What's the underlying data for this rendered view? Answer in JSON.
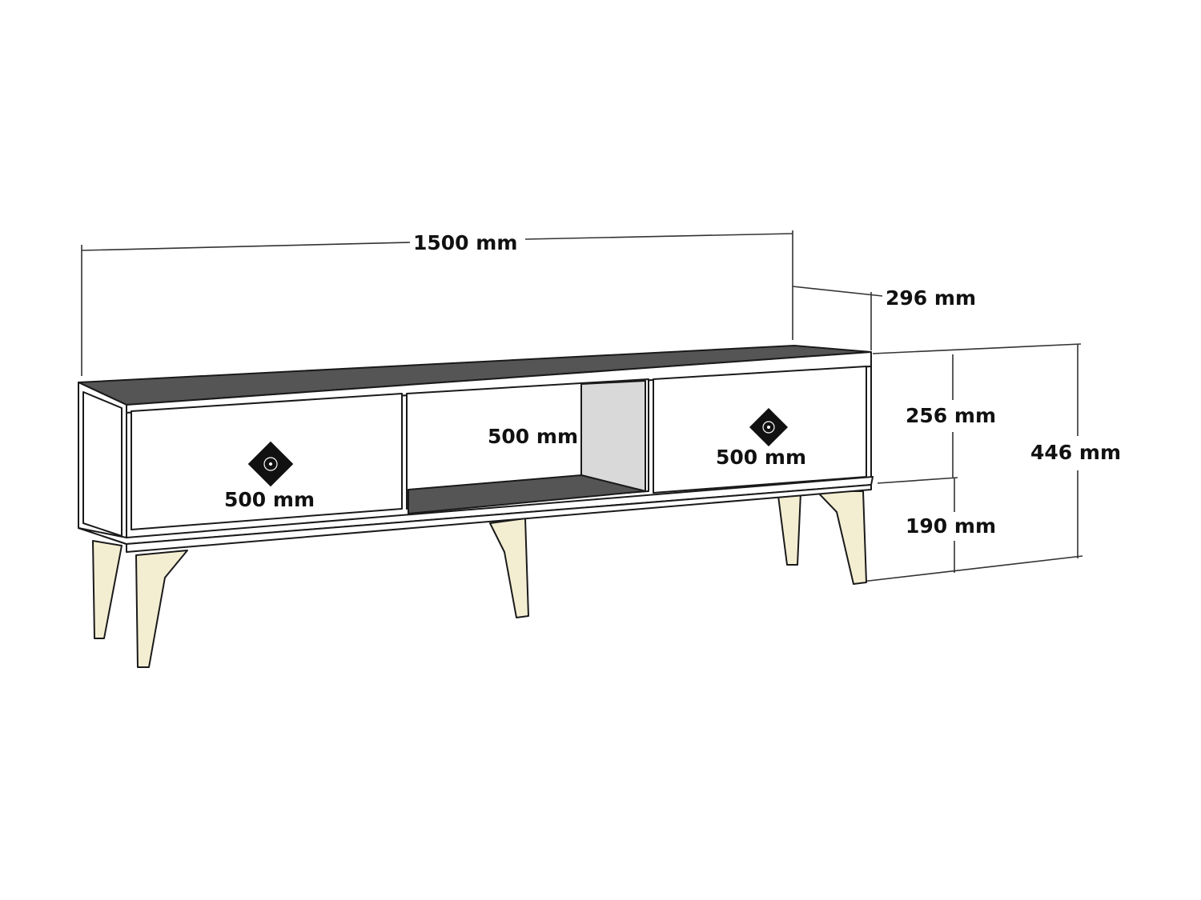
{
  "colors": {
    "top_surface": "#555555",
    "body_white": "#ffffff",
    "side_panel": "#d9d9d9",
    "leg_fill": "#f3eed2",
    "handle": "#111111",
    "outline": "#1a1a1a"
  },
  "dimensions": {
    "overall_width": "1500 mm",
    "depth": "296 mm",
    "cabinet_height": "256 mm",
    "overall_height": "446 mm",
    "leg_height": "190 mm",
    "left_drawer_width": "500 mm",
    "center_open_width": "500 mm",
    "right_drawer_width": "500 mm"
  },
  "icons": {
    "left_handle": "diamond-handle-icon",
    "right_handle": "diamond-handle-icon"
  }
}
